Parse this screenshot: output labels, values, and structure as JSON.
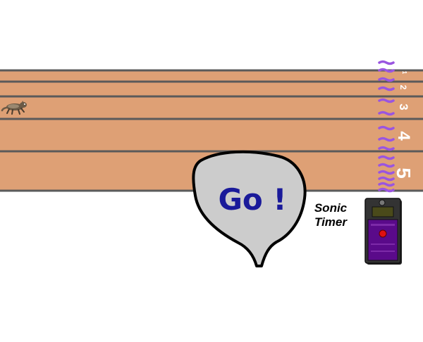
{
  "colors": {
    "track": "#dea075",
    "lane_line": "#5a5a5a",
    "wave": "#9a55e0",
    "bubble": "#cccccc",
    "go_text": "#1a1a9a",
    "timer_body": "#5a0a8a",
    "timer_button": "#e01010"
  },
  "lanes": [
    {
      "number": "1",
      "runner": false
    },
    {
      "number": "2",
      "runner": false
    },
    {
      "number": "3",
      "runner": true
    },
    {
      "number": "4",
      "runner": false
    },
    {
      "number": "5",
      "runner": false
    }
  ],
  "speech_bubble": {
    "text": "Go !"
  },
  "sonic_timer": {
    "label_line1": "Sonic",
    "label_line2": "Timer",
    "icon": "sonic-timer-device-icon"
  },
  "runner": {
    "icon": "ferret-runner-icon"
  },
  "sound_waves": {
    "icon": "sound-wave-icon"
  }
}
